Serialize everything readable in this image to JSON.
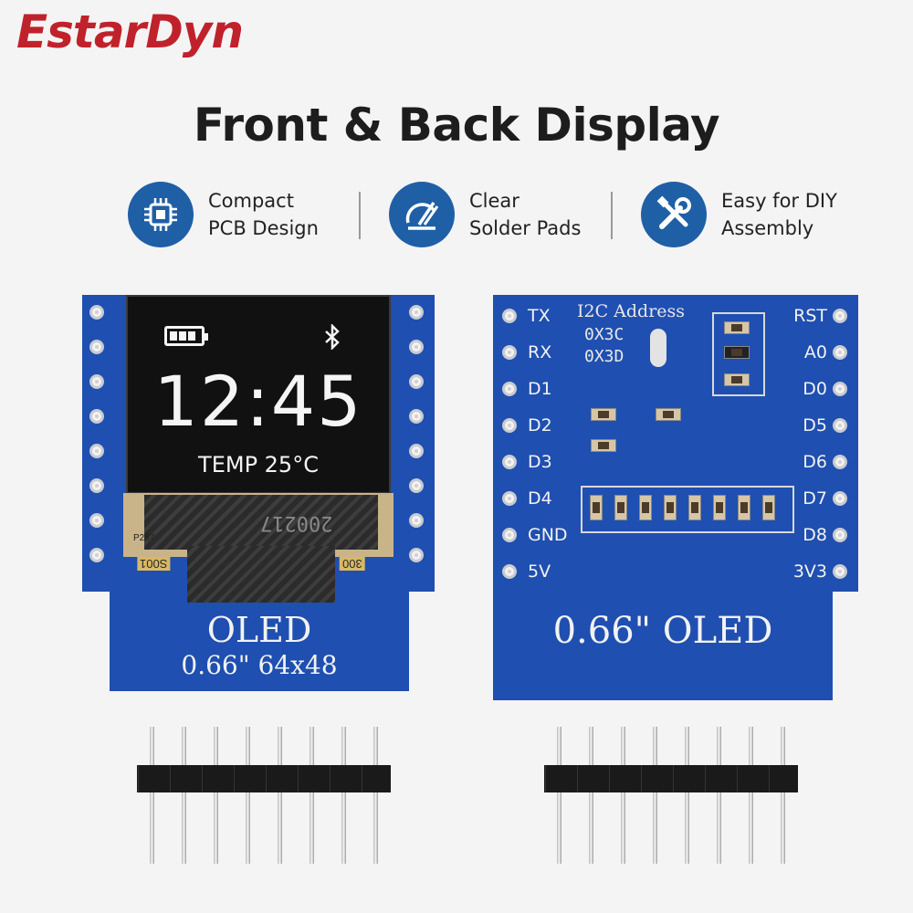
{
  "brand": "EstarDyn",
  "headline": "Front & Back Display",
  "features": [
    {
      "icon": "chip-icon",
      "line1": "Compact",
      "line2": "PCB Design"
    },
    {
      "icon": "solder-icon",
      "line1": "Clear",
      "line2": "Solder Pads"
    },
    {
      "icon": "tools-icon",
      "line1": "Easy for DIY",
      "line2": "Assembly"
    }
  ],
  "front": {
    "screen_time": "12:45",
    "screen_temp": "TEMP 25°C",
    "silk_title": "OLED",
    "silk_spec": "0.66\" 64x48",
    "flex_code": "200217",
    "part_code": "P287",
    "pad_left": "S001",
    "pad_right": "300"
  },
  "back": {
    "i2c_title": "I2C Address",
    "i2c_addr1": "0X3C",
    "i2c_addr2": "0X3D",
    "left_pins": [
      "TX",
      "RX",
      "D1",
      "D2",
      "D3",
      "D4",
      "GND",
      "5V"
    ],
    "right_pins": [
      "RST",
      "A0",
      "D0",
      "D5",
      "D6",
      "D7",
      "D8",
      "3V3"
    ],
    "silk": "0.66\" OLED"
  },
  "colors": {
    "brand": "#c0222b",
    "accent": "#1f5fa6",
    "pcb": "#1f4fb0"
  }
}
